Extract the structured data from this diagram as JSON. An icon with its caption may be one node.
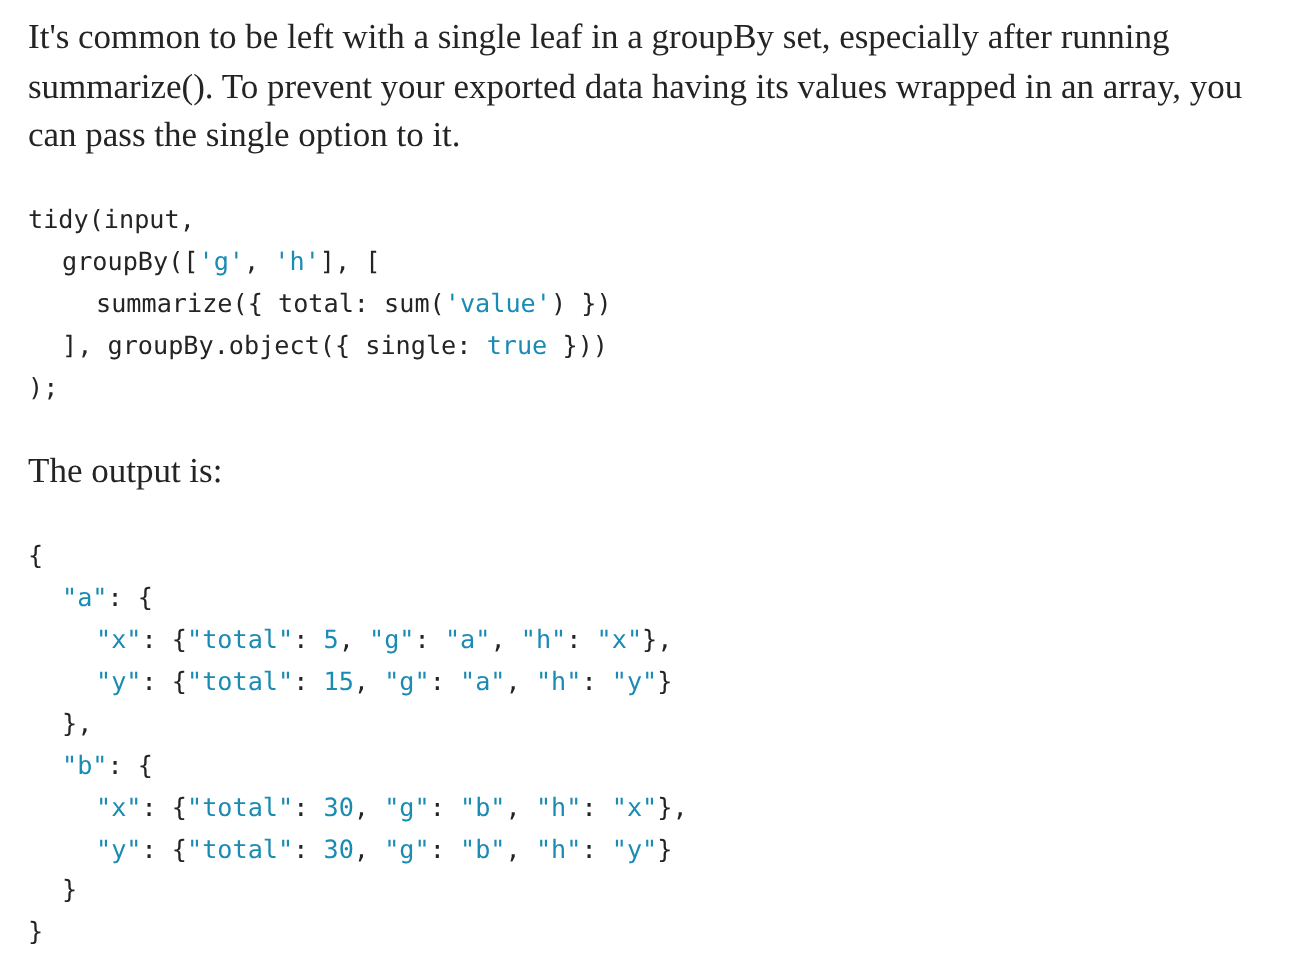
{
  "diagram": {
    "labels": [
      "It's common to be left with a single leaf in a groupBy set, especially after running summarize(). To prevent your exported data having its values wrapped in an array, you can pass the single option to it.",
      "tidy(input,",
      "groupBy(['g', 'h'], [",
      "summarize({ total: sum('value') })",
      "], groupBy.object({ single: true }))",
      ");",
      "The output is:",
      "{",
      "\"a\": {",
      "\"x\": {\"total\": 5, \"g\": \"a\", \"h\": \"x\"},",
      "\"y\": {\"total\": 15, \"g\": \"a\", \"h\": \"y\"}",
      "},",
      "\"b\": {",
      "\"x\": {\"total\": 30, \"g\": \"b\", \"h\": \"x\"},",
      "\"y\": {\"total\": 30, \"g\": \"b\", \"h\": \"y\"}",
      "}",
      "}"
    ]
  }
}
